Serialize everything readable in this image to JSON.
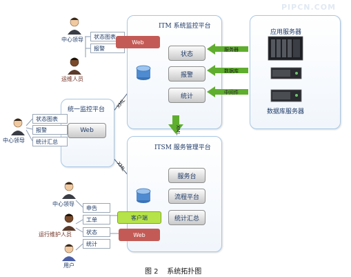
{
  "watermark": "PIPCN.COM",
  "caption": "图 2    系统拓扑图",
  "itm_panel": {
    "title": "ITM 系统监控平台",
    "items": [
      "状态",
      "报警",
      "统计"
    ]
  },
  "itsm_panel": {
    "title": "ITSM 服务管理平台",
    "items": [
      "服务台",
      "流程平台",
      "统计汇总"
    ]
  },
  "unified_panel": {
    "title": "统一监控平台",
    "web": "Web",
    "list": [
      "状态图表",
      "报警",
      "统计汇总"
    ]
  },
  "server_panel": {
    "app_label": "应用服务器",
    "db_label": "数据库服务器"
  },
  "top_users": {
    "leader": "中心领导",
    "ops": "运维人员",
    "list": [
      "状态图表",
      "报警"
    ],
    "web": "Web"
  },
  "left_user": {
    "leader": "中心领导"
  },
  "bottom_users": {
    "leader": "中心领导",
    "ops": "运行维护人员",
    "user": "用户",
    "list": [
      "申告",
      "工单",
      "状态",
      "统计"
    ],
    "client": "客户端",
    "web": "Web"
  },
  "arrow_labels": {
    "server_to_status": "服务器",
    "db_to_alarm": "数据库",
    "mw_to_stats": "中间件",
    "xml_top": "XML",
    "xml_mid": "XML",
    "xml_down": "XML"
  },
  "colors": {
    "web_red": "#c45a55",
    "client_green": "#b6e34a",
    "panel_border": "#a9c7e4",
    "arrow_green": "#5fae2e"
  }
}
